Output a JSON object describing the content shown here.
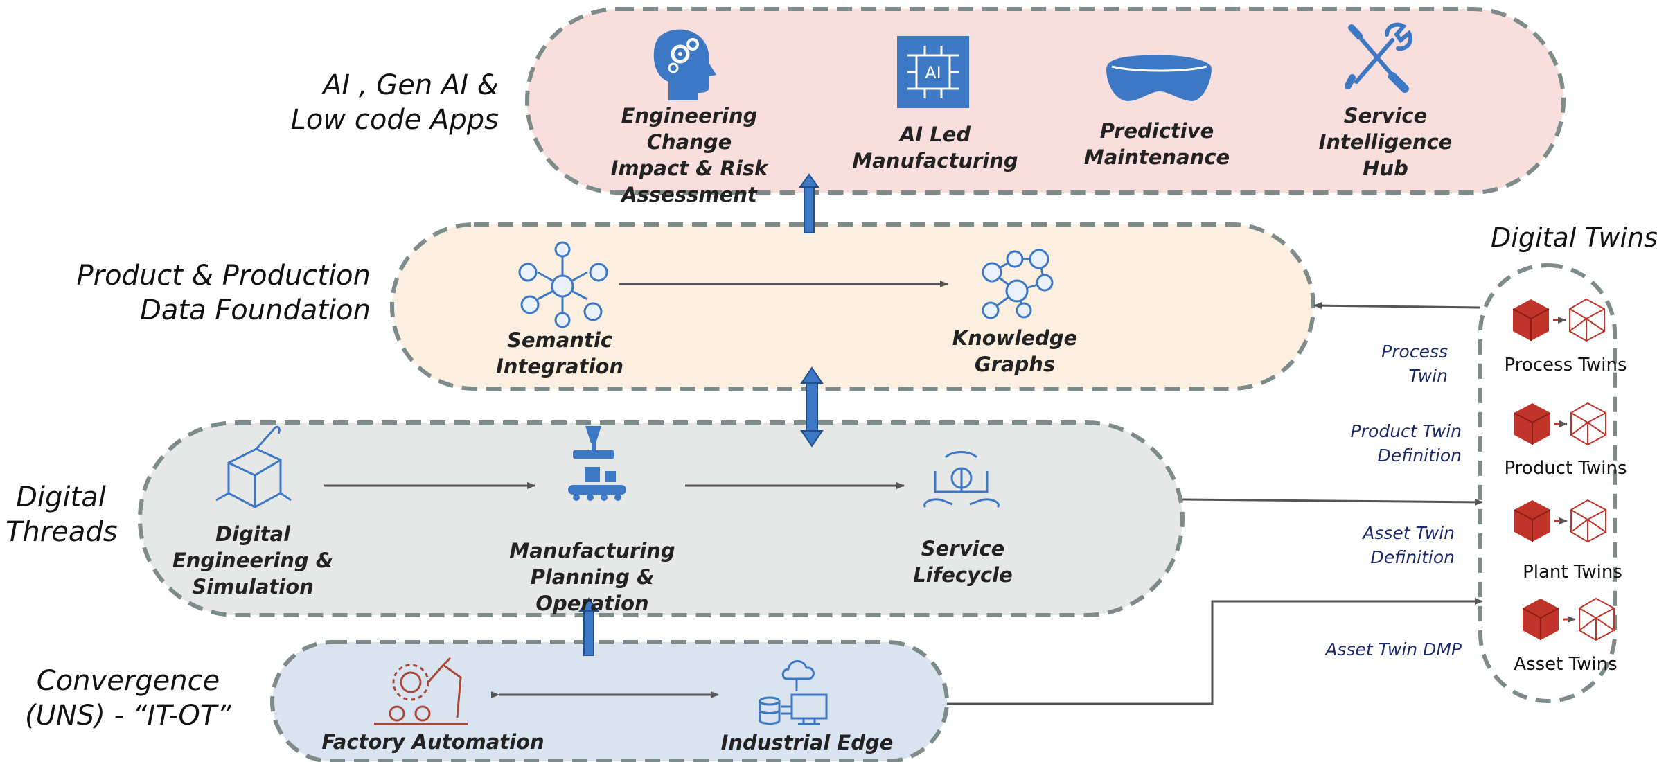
{
  "colors": {
    "ai_panel": "#f8dedc",
    "data_panel": "#fcefdf",
    "threads_panel": "#e6e8e8",
    "convergence_panel": "#dae4f0",
    "dashed_border": "#7d8c8a",
    "icon_blue": "#3d78c4",
    "twin_red": "#c0342a",
    "annotation_navy": "#1a2a6a"
  },
  "lanes": {
    "ai": "AI , Gen AI  &\nLow code Apps",
    "data": "Product & Production\nData Foundation",
    "threads": "Digital\nThreads",
    "convergence": "Convergence\n(UNS) - “IT-OT”"
  },
  "ai_apps": [
    {
      "icon": "gear-head-icon",
      "label": "Engineering Change\nImpact & Risk\nAssessment"
    },
    {
      "icon": "ai-chip-icon",
      "label": "AI Led\nManufacturing"
    },
    {
      "icon": "vr-headset-icon",
      "label": "Predictive\nMaintenance"
    },
    {
      "icon": "tools-icon",
      "label": "Service\nIntelligence\nHub"
    }
  ],
  "data_foundation": [
    {
      "icon": "network-hub-icon",
      "label": "Semantic\nIntegration"
    },
    {
      "icon": "knowledge-graph-icon",
      "label": "Knowledge\nGraphs"
    }
  ],
  "threads": [
    {
      "icon": "3d-design-icon",
      "label": "Digital\nEngineering &\nSimulation"
    },
    {
      "icon": "conveyor-robot-icon",
      "label": "Manufacturing\nPlanning & Operation"
    },
    {
      "icon": "service-lifecycle-icon",
      "label": "Service\nLifecycle"
    }
  ],
  "convergence": [
    {
      "icon": "robot-arm-icon",
      "label": "Factory Automation"
    },
    {
      "icon": "edge-server-icon",
      "label": "Industrial Edge"
    }
  ],
  "digital_twins": {
    "title": "Digital Twins",
    "items": [
      "Process Twins",
      "Product Twins",
      "Plant Twins",
      "Asset Twins"
    ]
  },
  "annotations": {
    "process": "Process\nTwin",
    "product": "Product Twin\nDefinition",
    "asset": "Asset Twin\nDefinition",
    "dmp": "Asset Twin DMP"
  }
}
